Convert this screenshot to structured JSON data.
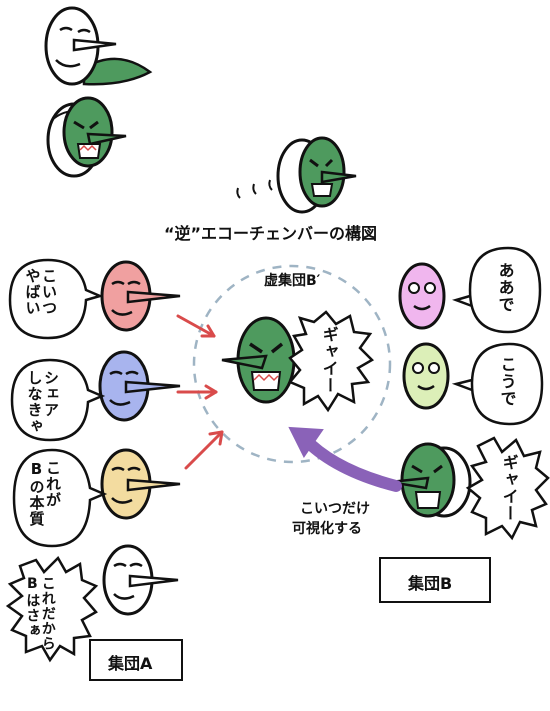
{
  "title": "“逆”エコーチェンバーの構図",
  "virtual_group_label": "虚集団B′",
  "group_a_label": "集団A",
  "group_b_label": "集団B",
  "arrow_caption_line1": "こいつだけ",
  "arrow_caption_line2": "可視化する",
  "bubbles": {
    "a1": "こいつ やばい",
    "a2": "シェア しなきゃ",
    "a3": "これが Bの本質",
    "a4": "これだから Bはさぁ",
    "center": "ギャイー",
    "b1": "ああで",
    "b2": "こうで",
    "b3": "ギャイー"
  },
  "colors": {
    "face_a1": "#f0a0a0",
    "face_a2": "#a8b4ee",
    "face_a3": "#f3dca0",
    "face_a4": "#ffffff",
    "face_b1": "#f0b6ee",
    "face_b2": "#dcefb8",
    "face_green": "#4e9a5e",
    "arrow_red": "#d94b4b",
    "arrow_purple": "#8a62b8",
    "dashed_circle": "#9fb4c4"
  }
}
